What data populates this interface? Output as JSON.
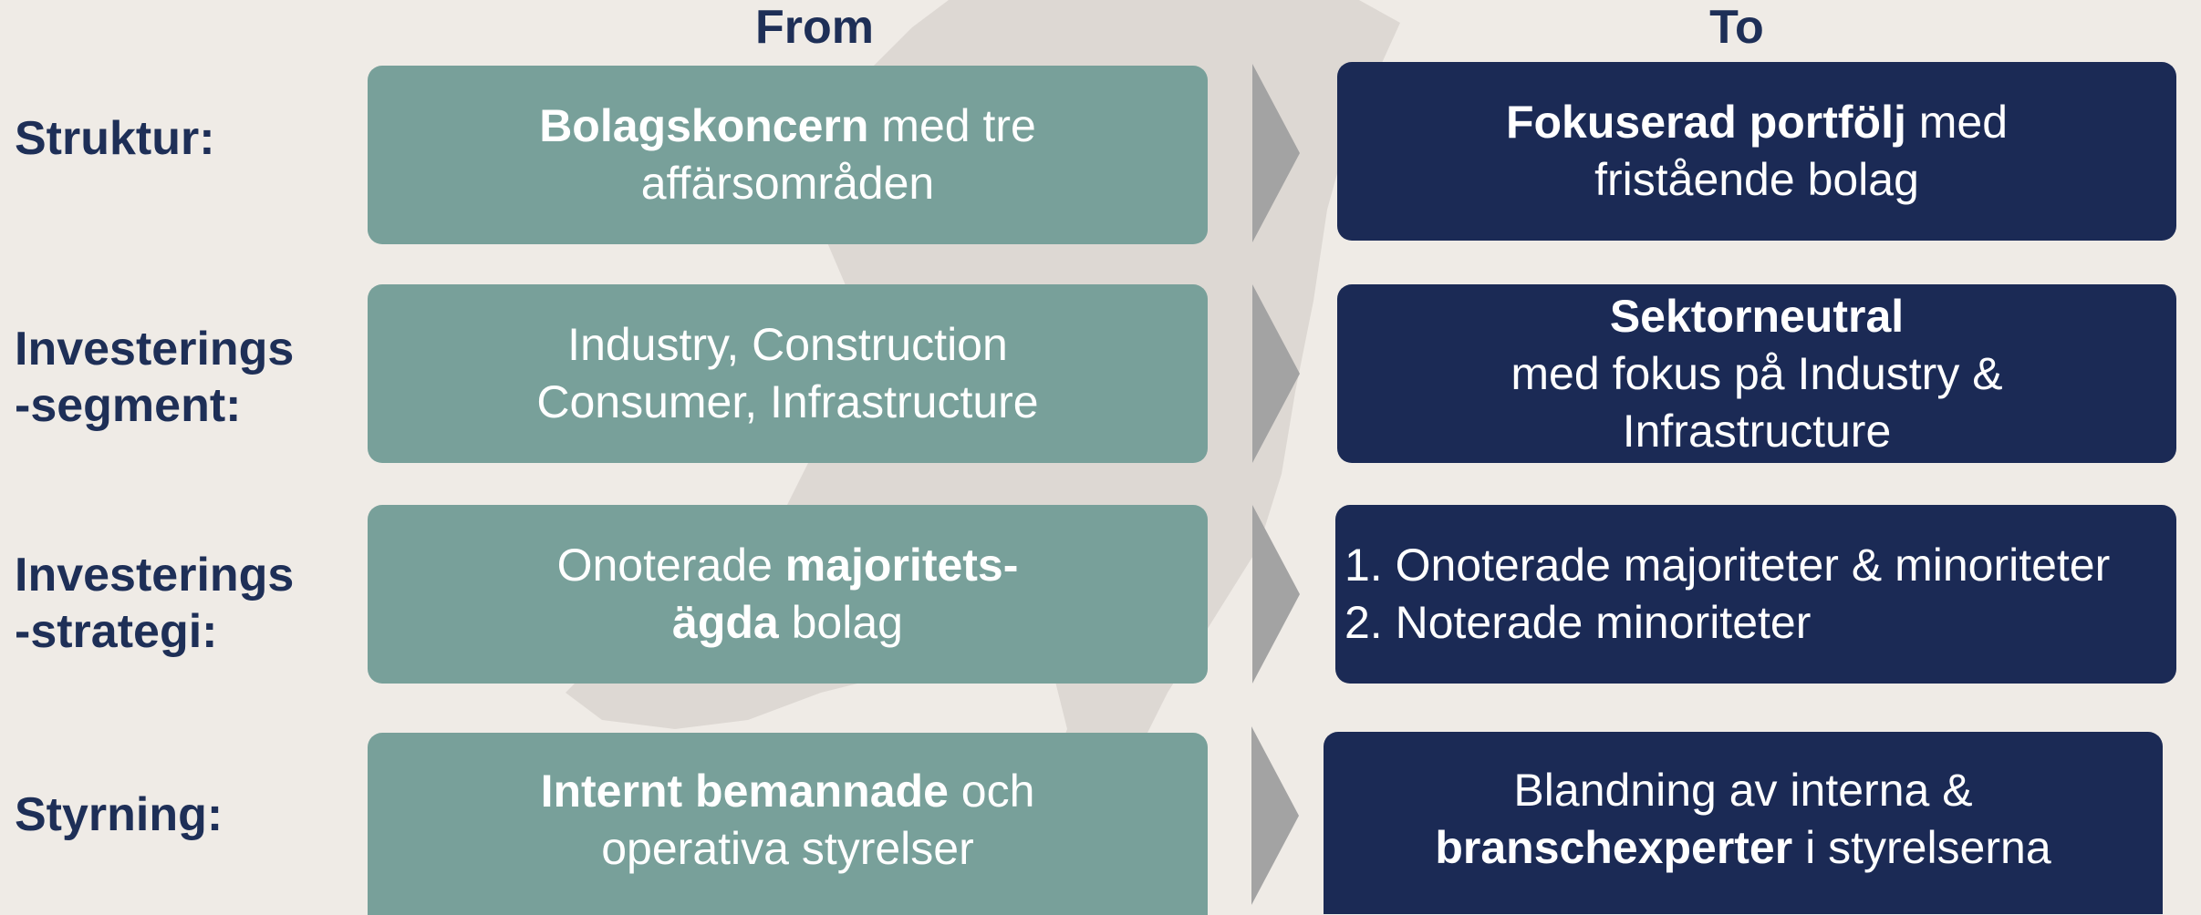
{
  "headers": {
    "from": "From",
    "to": "To"
  },
  "colors": {
    "background": "#efebe6",
    "from_box": "#78a09a",
    "to_box": "#1b2a55",
    "label_text": "#1e2f57",
    "arrow": "#a3a3a3",
    "map_silhouette": "#ddd8d3"
  },
  "rows": [
    {
      "label_lines": [
        "Struktur:"
      ],
      "from": {
        "bold": "Bolagskoncern",
        "rest1": " med tre",
        "line2": "affärsområden"
      },
      "to": {
        "bold": "Fokuserad portfölj",
        "rest1": " med",
        "line2": "fristående bolag"
      }
    },
    {
      "label_lines": [
        "Investerings",
        "-segment:"
      ],
      "from": {
        "line1": "Industry, Construction",
        "line2": "Consumer, Infrastructure"
      },
      "to": {
        "bold": "Sektorneutral",
        "line2": "med fokus på Industry &",
        "line3": "Infrastructure"
      }
    },
    {
      "label_lines": [
        "Investerings",
        "-strategi:"
      ],
      "from": {
        "plain1": "Onoterade ",
        "bold1": "majoritets-",
        "bold2": "ägda",
        "rest2": " bolag"
      },
      "to": {
        "items": [
          "1.  Onoterade majoriteter & minoriteter",
          "2.  Noterade minoriteter"
        ]
      }
    },
    {
      "label_lines": [
        "Styrning:"
      ],
      "from": {
        "bold": "Internt bemannade",
        "rest1": " och",
        "line2": "operativa styrelser"
      },
      "to": {
        "line1": "Blandning av interna &",
        "bold2": "branschexperter",
        "rest2": " i styrelserna"
      }
    }
  ]
}
